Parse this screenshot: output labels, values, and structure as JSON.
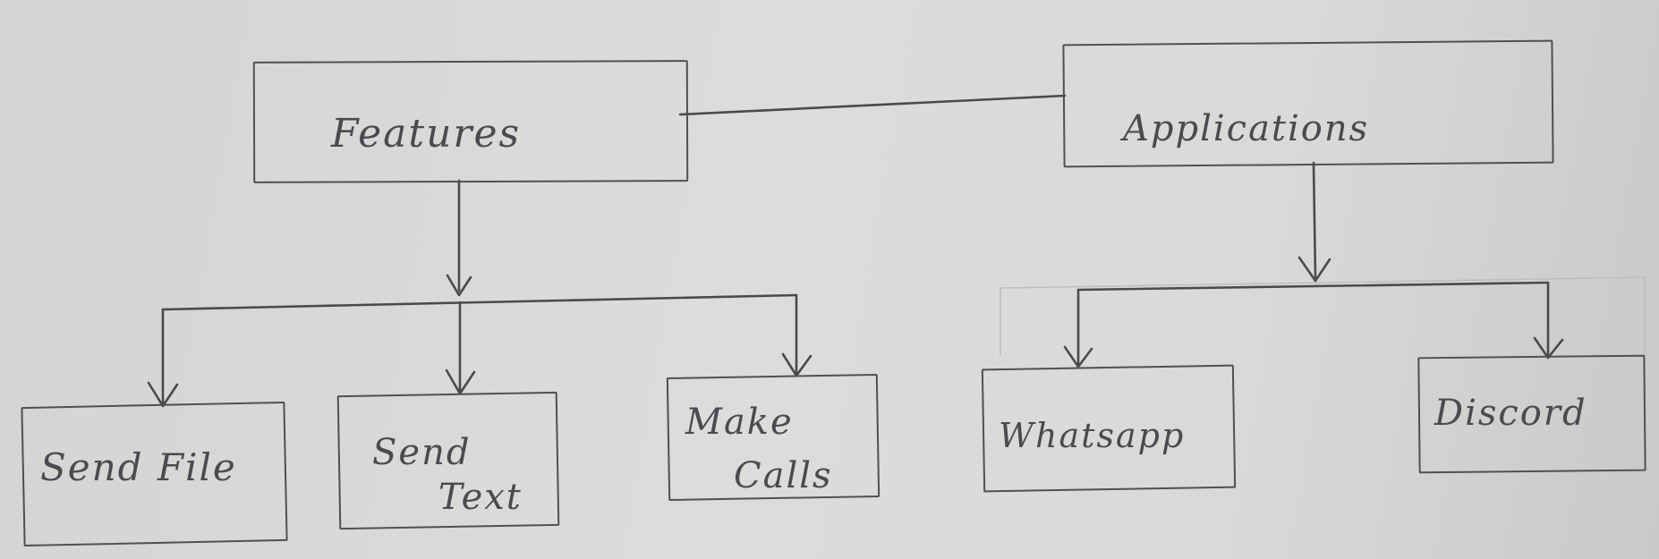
{
  "diagram": {
    "type": "tree",
    "nodes": [
      {
        "id": "features",
        "label": "Features"
      },
      {
        "id": "applications",
        "label": "Applications"
      },
      {
        "id": "send-file",
        "label": "Send File"
      },
      {
        "id": "send-text",
        "lines": [
          "Send",
          "Text"
        ]
      },
      {
        "id": "make-calls",
        "lines": [
          "Make",
          "Calls"
        ]
      },
      {
        "id": "whatsapp",
        "label": "Whatsapp"
      },
      {
        "id": "discord",
        "label": "Discord"
      }
    ],
    "edges": [
      {
        "from": "features",
        "to": "applications",
        "style": "line"
      },
      {
        "from": "features",
        "to": "send-file",
        "style": "arrow"
      },
      {
        "from": "features",
        "to": "send-text",
        "style": "arrow"
      },
      {
        "from": "features",
        "to": "make-calls",
        "style": "arrow"
      },
      {
        "from": "applications",
        "to": "whatsapp",
        "style": "arrow"
      },
      {
        "from": "applications",
        "to": "discord",
        "style": "arrow"
      }
    ]
  },
  "colors": {
    "paper": "#d9d9d7",
    "ink": "#4a4a4e"
  }
}
